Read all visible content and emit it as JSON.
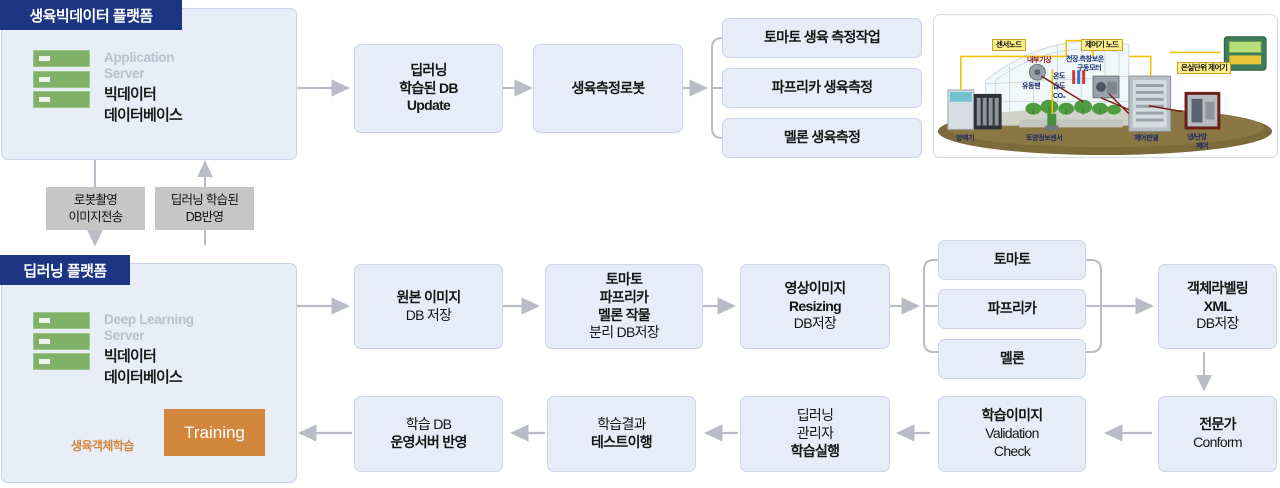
{
  "platforms": [
    {
      "id": "bigdata",
      "title": "생육빅데이터 플랫폼",
      "server_sub1": "Application",
      "server_sub2": "Server",
      "server_main1": "빅데이터",
      "server_main2": "데이터베이스"
    },
    {
      "id": "deeplearning",
      "title": "딥러닝 플랫폼",
      "server_sub1": "Deep Learning",
      "server_sub2": "Server",
      "server_main1": "빅데이터",
      "server_main2": "데이터베이스",
      "training_label": "Training",
      "loop_label": "생육객체학습"
    }
  ],
  "chips": [
    {
      "line1": "로봇촬영",
      "line2": "이미지전송"
    },
    {
      "line1": "딥러닝 학습된",
      "line2": "DB반영"
    }
  ],
  "top_row": [
    {
      "lines": [
        {
          "t": "딥러닝",
          "w": "b"
        },
        {
          "t": "학습된 DB",
          "w": "b"
        },
        {
          "t": "Update",
          "w": "b"
        }
      ]
    },
    {
      "lines": [
        {
          "t": "생육측정로봇",
          "w": "b"
        }
      ]
    }
  ],
  "top_crops": [
    {
      "label": "토마토 생육 측정작업"
    },
    {
      "label": "파프리카 생육측정"
    },
    {
      "label": "멜론 생육측정"
    }
  ],
  "mid_row": [
    {
      "lines": [
        {
          "t": "원본 이미지",
          "w": "b"
        },
        {
          "t": "DB 저장",
          "w": "n"
        }
      ]
    },
    {
      "lines": [
        {
          "t": "토마토",
          "w": "b"
        },
        {
          "t": "파프리카",
          "w": "b"
        },
        {
          "t": "멜론 작물",
          "w": "m"
        },
        {
          "t": "분리 DB저장",
          "w": "n"
        }
      ]
    },
    {
      "lines": [
        {
          "t": "영상이미지",
          "w": "b"
        },
        {
          "t": "Resizing",
          "w": "b"
        },
        {
          "t": "DB저장",
          "w": "n"
        }
      ]
    }
  ],
  "mid_crops": [
    {
      "label": "토마토"
    },
    {
      "label": "파프리카"
    },
    {
      "label": "멜론"
    }
  ],
  "mid_end": {
    "lines": [
      {
        "t": "객체라벨링",
        "w": "b"
      },
      {
        "t": "XML",
        "w": "b"
      },
      {
        "t": "DB저장",
        "w": "n"
      }
    ]
  },
  "bottom_row": [
    {
      "lines": [
        {
          "t": "학습 DB",
          "w": "n"
        },
        {
          "t": "운영서버 반영",
          "w": "b"
        }
      ]
    },
    {
      "lines": [
        {
          "t": "학습결과",
          "w": "n"
        },
        {
          "t": "테스트이행",
          "w": "b"
        }
      ]
    },
    {
      "lines": [
        {
          "t": "딥러닝",
          "w": "n"
        },
        {
          "t": "관리자",
          "w": "n"
        },
        {
          "t": "학습실행",
          "w": "b"
        }
      ]
    },
    {
      "lines": [
        {
          "t": "학습이미지",
          "w": "b"
        },
        {
          "t": "Validation",
          "w": "n"
        },
        {
          "t": "Check",
          "w": "n"
        }
      ]
    },
    {
      "lines": [
        {
          "t": "전문가",
          "w": "b"
        },
        {
          "t": "Conform",
          "w": "n"
        }
      ]
    }
  ],
  "greenhouse": {
    "labels": [
      {
        "text": "센서노드"
      },
      {
        "text": "제어기 노드"
      },
      {
        "text": "온실단위 제어기"
      }
    ],
    "texts": [
      {
        "text": "내부기상"
      },
      {
        "text": "천장.측창보온"
      },
      {
        "text": "구동모터"
      },
      {
        "text": "온도"
      },
      {
        "text": "습도"
      },
      {
        "text": "CO₂"
      },
      {
        "text": "유동팬"
      },
      {
        "text": "양액기"
      },
      {
        "text": "토양정보센서"
      },
      {
        "text": "제어판넬"
      },
      {
        "text": "냉/난방"
      },
      {
        "text": "제어"
      }
    ]
  },
  "colors": {
    "panel_header": "#1b3582",
    "panel_fill": "#e9edf8",
    "box_fill": "#e8ecf8",
    "training": "#d2873c",
    "server_green": "#7fb268",
    "arrow": "#b9bcc6",
    "arrow_dark": "#4a5b68",
    "chip": "#c6c6c6"
  }
}
